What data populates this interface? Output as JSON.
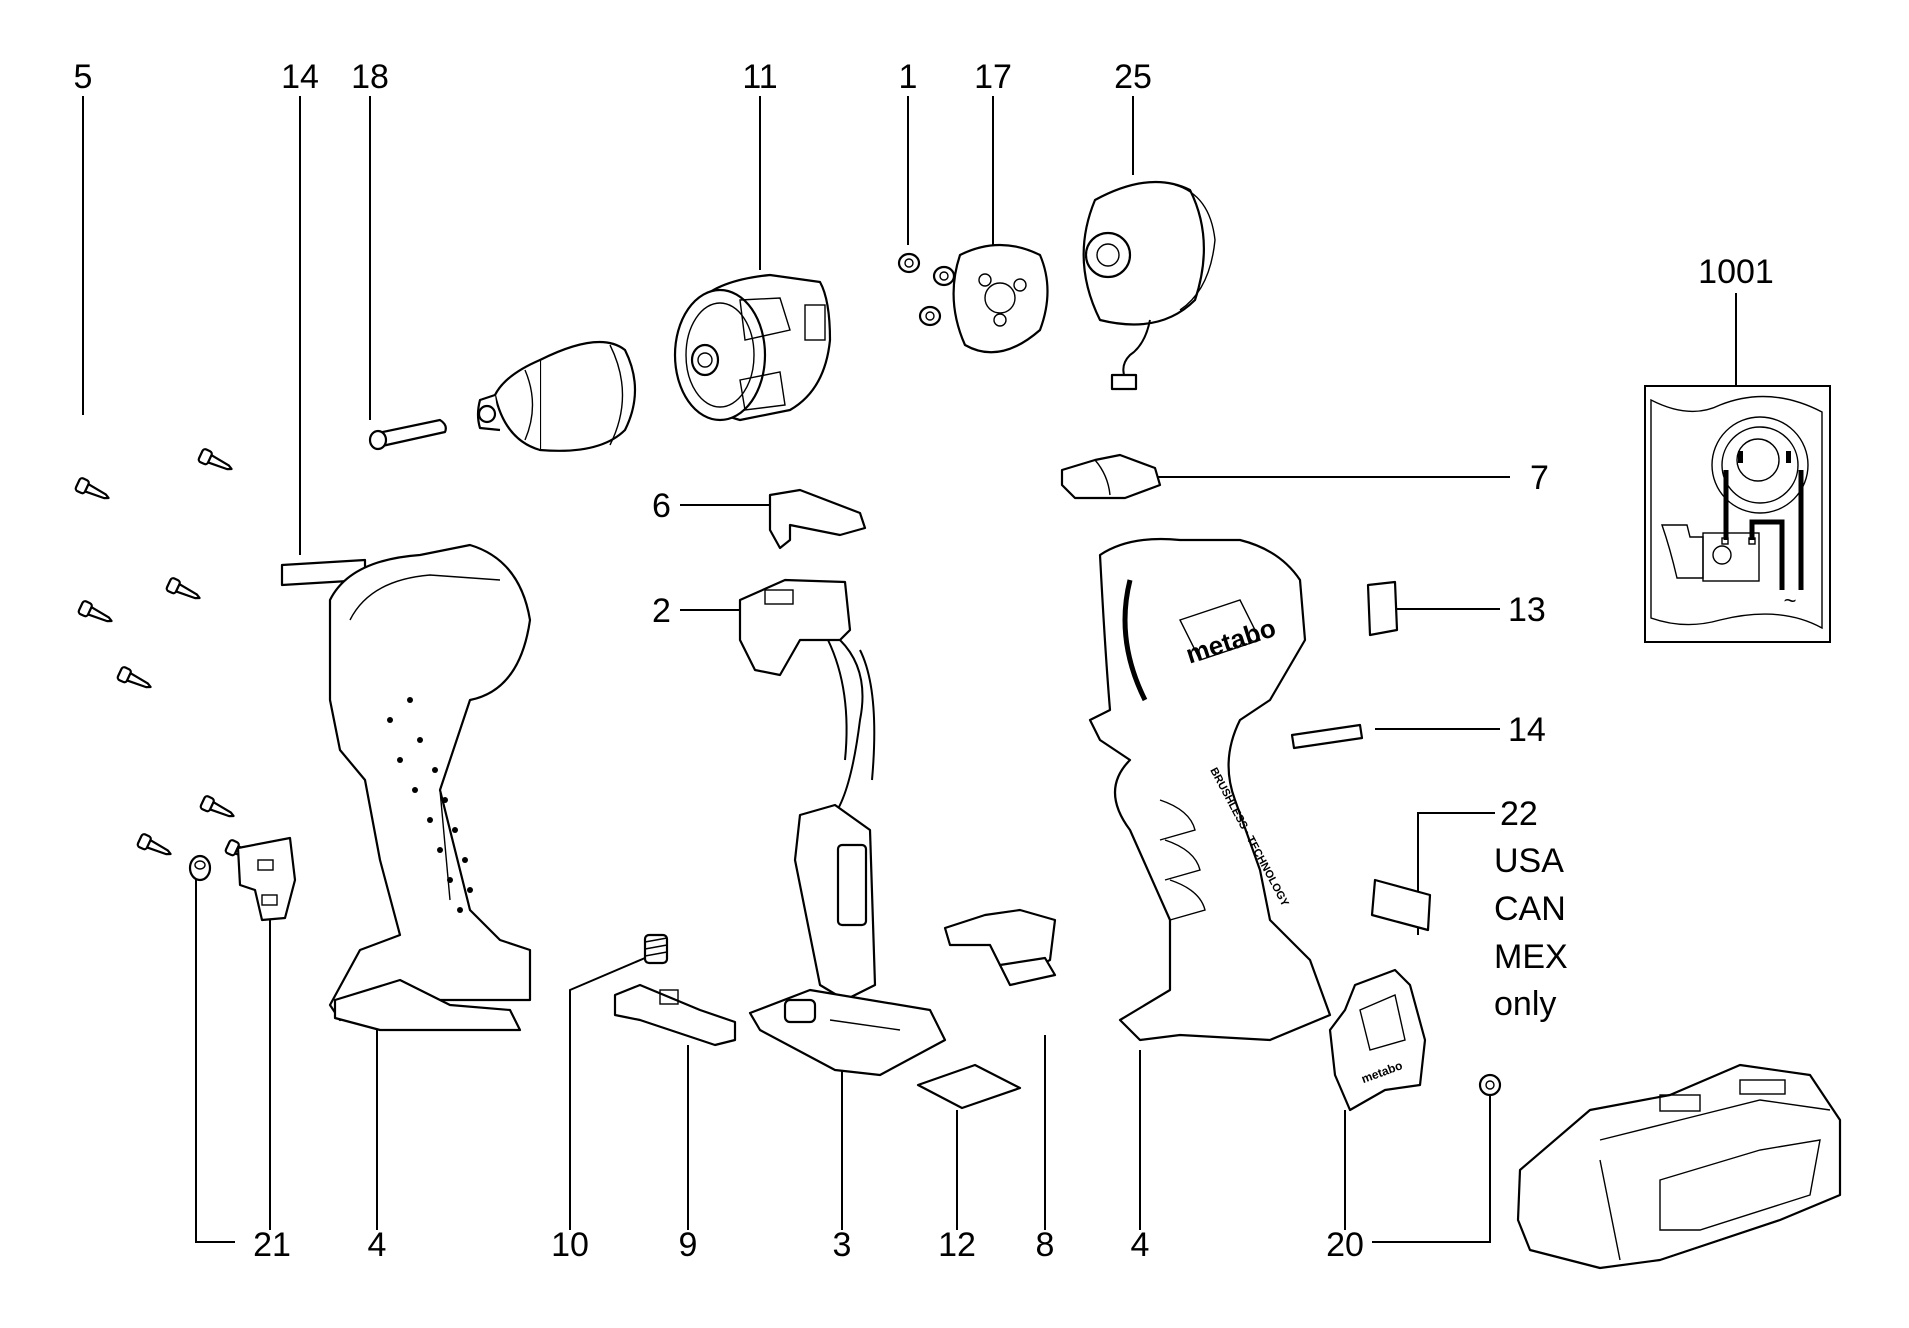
{
  "diagram": {
    "title": "Exploded parts view – cordless drill driver",
    "brand_text": "metabo",
    "grip_text": "BRUSHLESS · TECHNOLOGY",
    "callouts": [
      {
        "id": "c5",
        "label": "5",
        "part": "screw"
      },
      {
        "id": "c14a",
        "label": "14",
        "part": "label-strip-left"
      },
      {
        "id": "c18",
        "label": "18",
        "part": "screw-pin"
      },
      {
        "id": "c11",
        "label": "11",
        "part": "gearbox"
      },
      {
        "id": "c1",
        "label": "1",
        "part": "screws-small"
      },
      {
        "id": "c17",
        "label": "17",
        "part": "motor-plate"
      },
      {
        "id": "c25",
        "label": "25",
        "part": "motor"
      },
      {
        "id": "c1001",
        "label": "1001",
        "part": "wiring-diagram"
      },
      {
        "id": "c7",
        "label": "7",
        "part": "switch-slider"
      },
      {
        "id": "c6",
        "label": "6",
        "part": "direction-button"
      },
      {
        "id": "c2",
        "label": "2",
        "part": "switch"
      },
      {
        "id": "c13",
        "label": "13",
        "part": "label-square"
      },
      {
        "id": "c14b",
        "label": "14",
        "part": "label-strip-right"
      },
      {
        "id": "c22",
        "label": "22",
        "part": "label-usa"
      },
      {
        "id": "c21",
        "label": "21",
        "part": "belt-clip-bracket"
      },
      {
        "id": "c4a",
        "label": "4",
        "part": "housing-left"
      },
      {
        "id": "c10",
        "label": "10",
        "part": "spring"
      },
      {
        "id": "c9",
        "label": "9",
        "part": "battery-latch"
      },
      {
        "id": "c3",
        "label": "3",
        "part": "electronics"
      },
      {
        "id": "c12",
        "label": "12",
        "part": "label-rating"
      },
      {
        "id": "c8",
        "label": "8",
        "part": "contact-holder"
      },
      {
        "id": "c4b",
        "label": "4",
        "part": "housing-right"
      },
      {
        "id": "c20",
        "label": "20",
        "part": "belt-hook"
      }
    ],
    "note_22": [
      "USA",
      "CAN",
      "MEX",
      "only"
    ],
    "wiring_symbol": "~"
  }
}
